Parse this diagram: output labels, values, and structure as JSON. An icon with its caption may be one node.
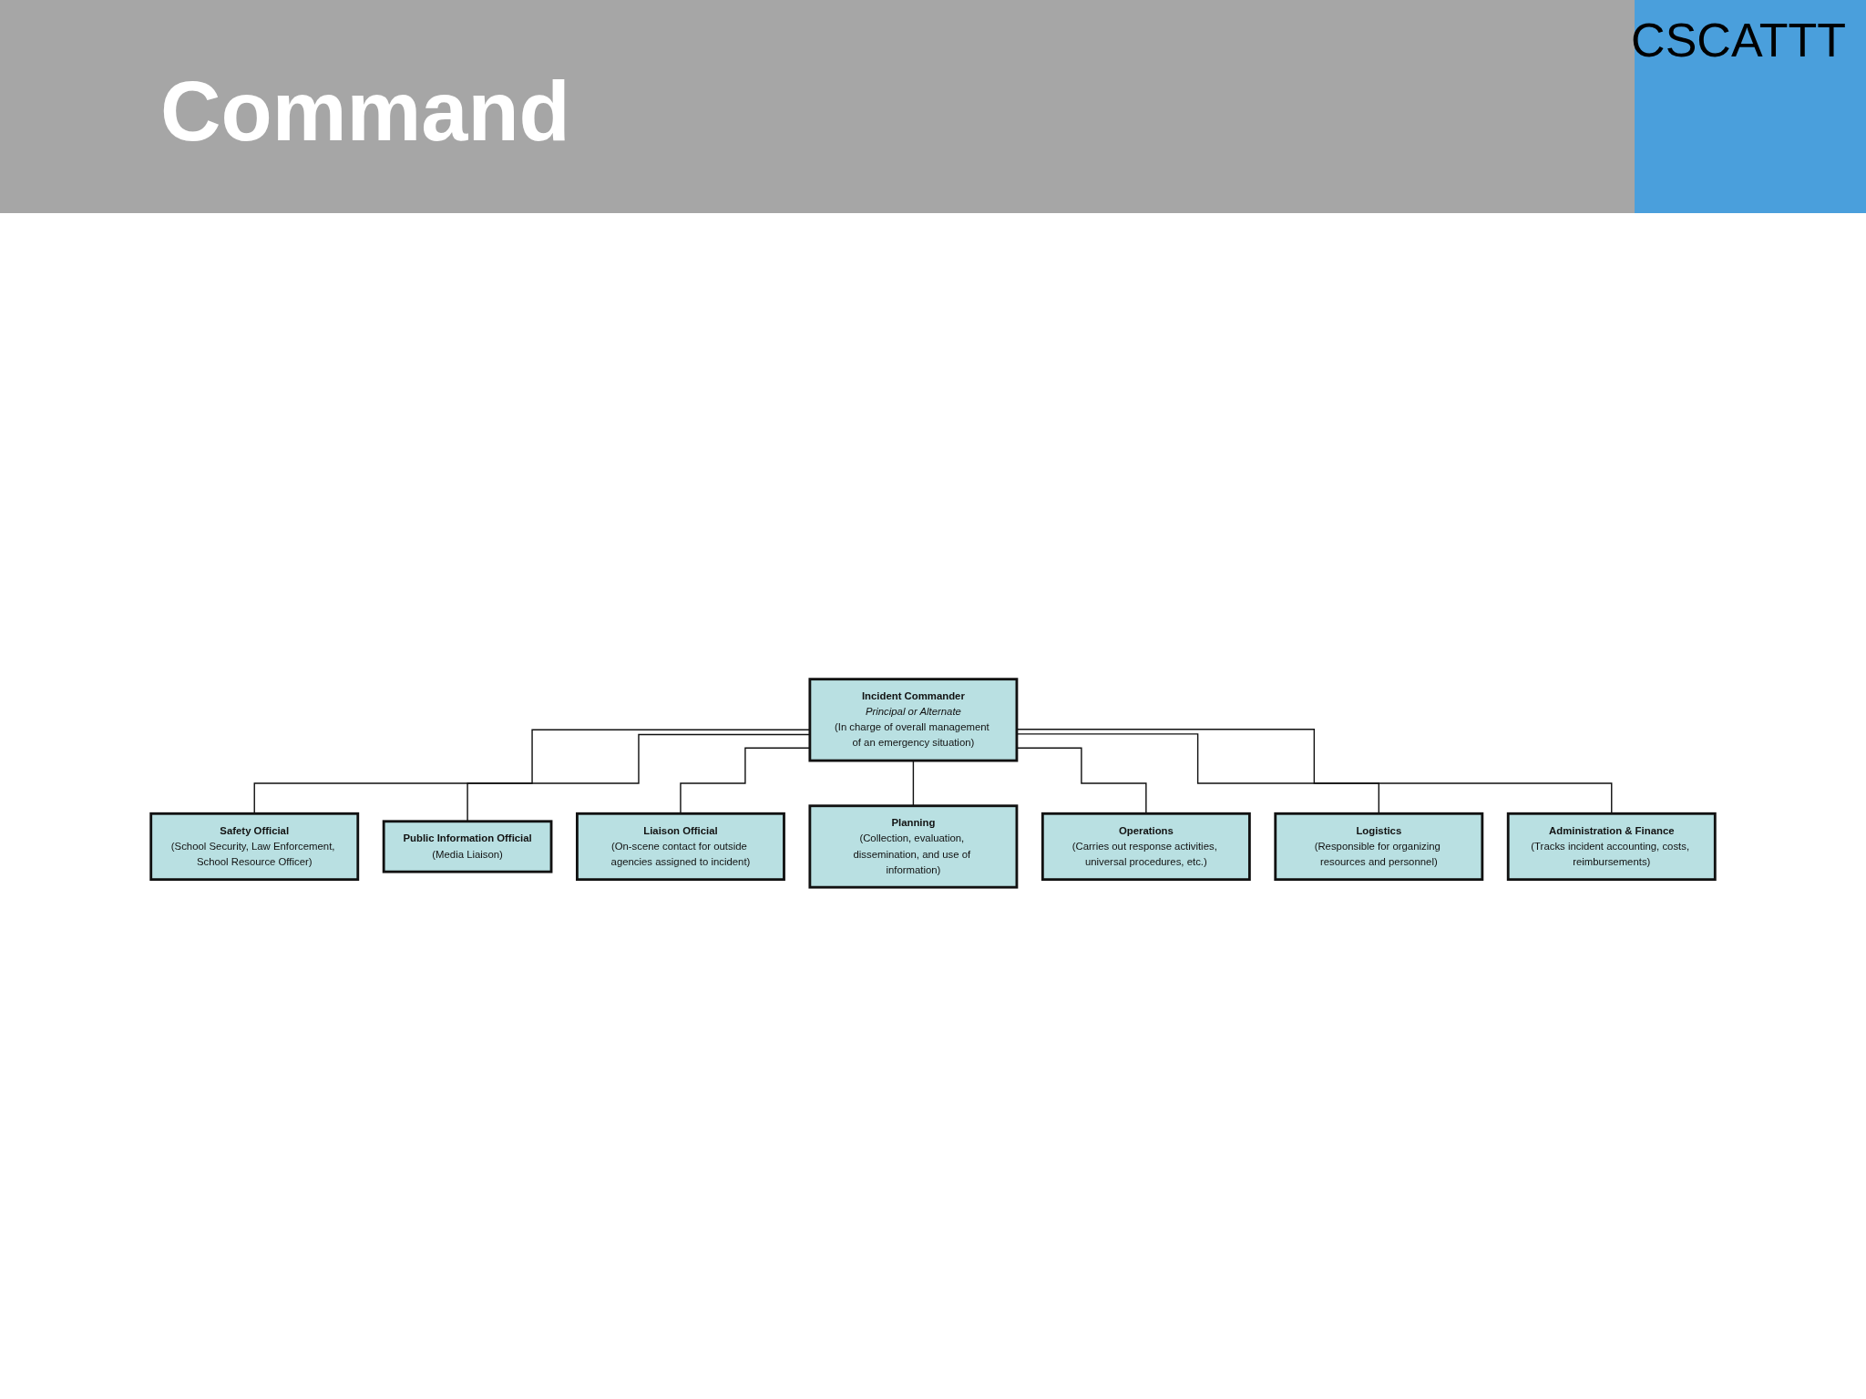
{
  "diagram": {
    "title": "Command",
    "nodes": [
      {
        "text": [
          "Incident Commander",
          "Principal or Alternate",
          "(In charge of overall management of an emergency situation)"
        ]
      },
      {
        "text": [
          "Safety Official",
          "(School Security, Law Enforcement, School Resource Officer)"
        ]
      },
      {
        "text": [
          "Public Information Official",
          "(Media Liaison)"
        ]
      },
      {
        "text": [
          "Liaison Official",
          "(On-scene contact for outside agencies assigned to incident)"
        ]
      },
      {
        "text": [
          "Planning",
          "(Collection, evaluation, dissemination, and use of information)"
        ]
      },
      {
        "text": [
          "Operations",
          "(Carries out response activities, universal procedures, etc.)"
        ]
      },
      {
        "text": [
          "Logistics",
          "(Responsible for organizing resources and personnel)"
        ]
      },
      {
        "text": [
          "Administration & Finance",
          "(Tracks incident accounting, costs, reimbursements)"
        ]
      }
    ],
    "edges": [
      {
        "from": 0,
        "to": 1,
        "arrow": "none"
      },
      {
        "from": 0,
        "to": 2,
        "arrow": "none"
      },
      {
        "from": 0,
        "to": 3,
        "arrow": "none"
      },
      {
        "from": 0,
        "to": 4,
        "arrow": "none"
      },
      {
        "from": 0,
        "to": 5,
        "arrow": "none"
      },
      {
        "from": 0,
        "to": 6,
        "arrow": "none"
      },
      {
        "from": 0,
        "to": 7,
        "arrow": "none"
      }
    ],
    "labels": [
      "CSCATTT"
    ]
  }
}
